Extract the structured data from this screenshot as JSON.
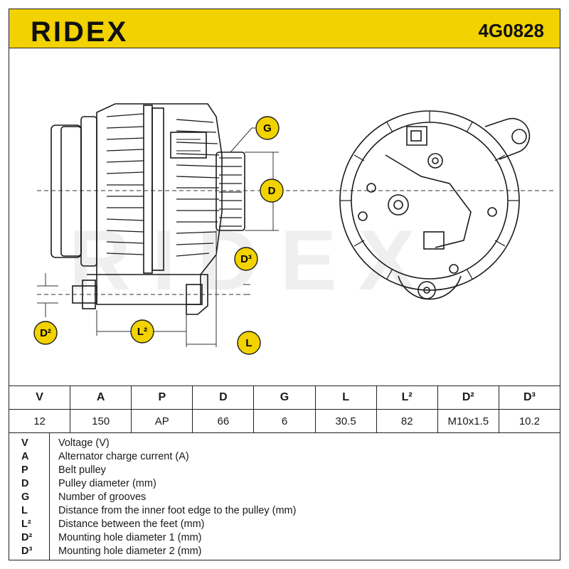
{
  "header": {
    "brand": "RIDEX",
    "part_number": "4G0828",
    "background_color": "#f2d200"
  },
  "watermark": "RIDEX",
  "diagram_labels": {
    "g": "G",
    "d": "D",
    "d3": "D³",
    "d2": "D²",
    "l2": "L²",
    "l": "L"
  },
  "spec_table": {
    "headers": [
      "V",
      "A",
      "P",
      "D",
      "G",
      "L",
      "L²",
      "D²",
      "D³"
    ],
    "values": [
      "12",
      "150",
      "AP",
      "66",
      "6",
      "30.5",
      "82",
      "M10x1.5",
      "10.2"
    ]
  },
  "legend": [
    {
      "key": "V",
      "desc": "Voltage (V)"
    },
    {
      "key": "A",
      "desc": "Alternator charge current (A)"
    },
    {
      "key": "P",
      "desc": "Belt pulley"
    },
    {
      "key": "D",
      "desc": "Pulley diameter (mm)"
    },
    {
      "key": "G",
      "desc": "Number of grooves"
    },
    {
      "key": "L",
      "desc": "Distance from the inner foot edge to the pulley (mm)"
    },
    {
      "key": "L²",
      "desc": "Distance between the feet (mm)"
    },
    {
      "key": "D²",
      "desc": "Mounting hole diameter 1 (mm)"
    },
    {
      "key": "D³",
      "desc": "Mounting hole diameter 2 (mm)"
    }
  ]
}
